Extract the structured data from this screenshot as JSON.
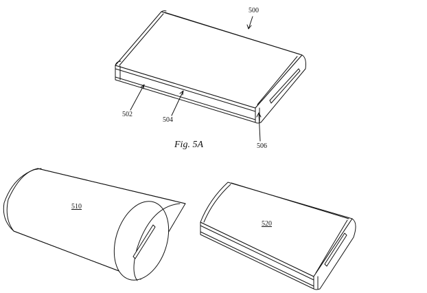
{
  "figure_caption": "Fig. 5A",
  "labels": {
    "device": "500",
    "side_a": "502",
    "side_b": "504",
    "end_cap": "506",
    "cylindrical_variant": "510",
    "tapered_variant": "520"
  },
  "colors": {
    "line": "#111111",
    "background": "#ffffff"
  }
}
